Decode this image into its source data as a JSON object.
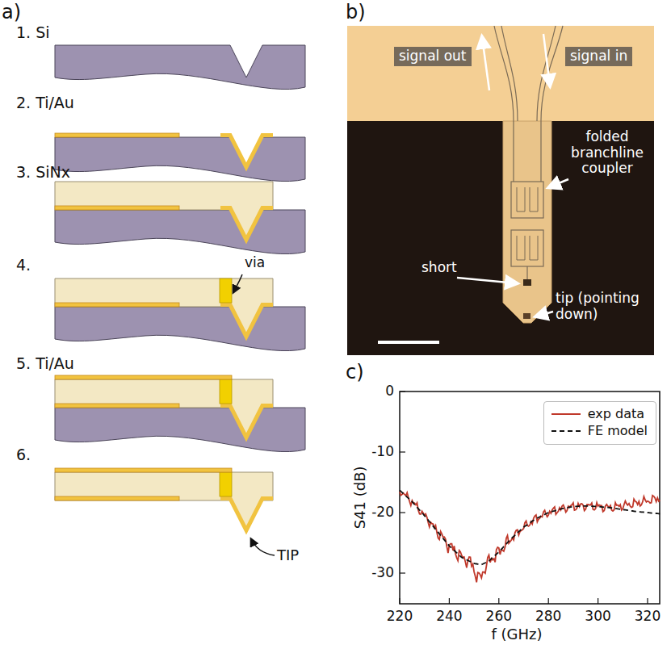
{
  "diagram": {
    "labels": [
      "a)",
      "1. Si",
      "2. Ti/Au",
      "3. SiNx",
      "4.",
      "via",
      "5. Ti/Au",
      "6.",
      "TIP",
      "b)",
      "signal out",
      "signal in",
      "folded branchline coupler",
      "short",
      "tip (pointing down)",
      "c)",
      "0",
      "-10",
      "-20",
      "-30",
      "S41 (dB)",
      "220",
      "240",
      "260",
      "280",
      "300",
      "320",
      "f (GHz)"
    ],
    "legend": [
      {
        "text": "exp data"
      },
      {
        "text": "FE model"
      }
    ]
  }
}
